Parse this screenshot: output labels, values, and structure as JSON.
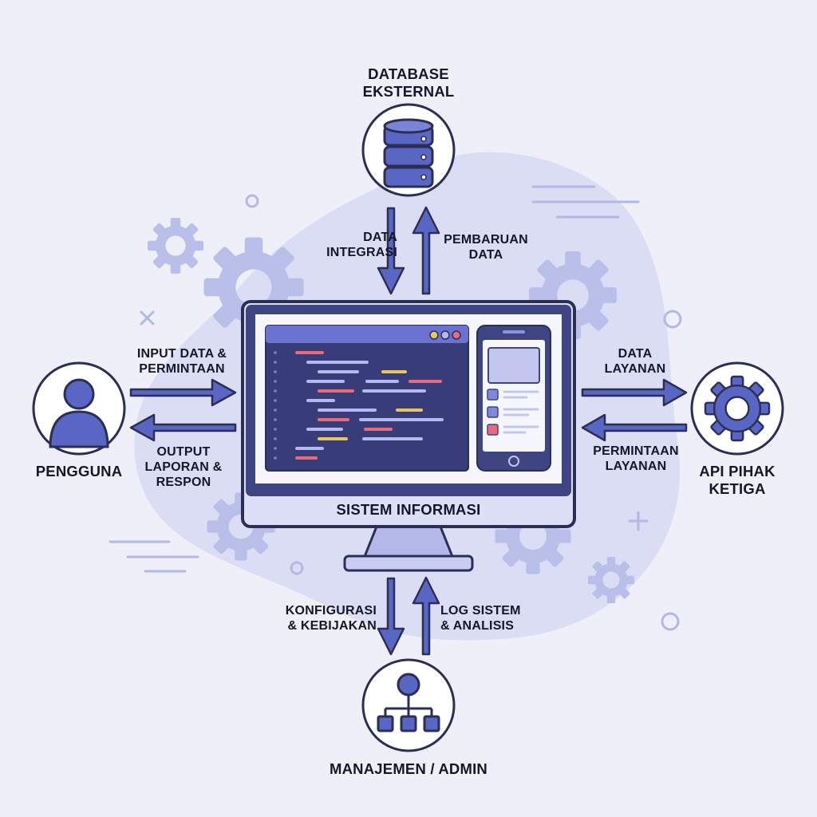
{
  "diagram": {
    "center_title": "SISTEM INFORMASI",
    "nodes": {
      "database": "DATABASE\nEKSTERNAL",
      "user": "PENGGUNA",
      "api": "API PIHAK\nKETIGA",
      "admin": "MANAJEMEN / ADMIN"
    },
    "flows": {
      "data_integrasi": "DATA\nINTEGRASI",
      "pembaruan_data": "PEMBARUAN\nDATA",
      "input_data": "INPUT DATA &\nPERMINTAAN",
      "output_laporan": "OUTPUT\nLAPORAN &\nRESPON",
      "data_layanan": "DATA\nLAYANAN",
      "permintaan_layanan": "PERMINTAAN\nLAYANAN",
      "konfigurasi": "KONFIGURASI\n& KEBIJAKAN",
      "log_sistem": "LOG SISTEM\n& ANALISIS"
    }
  },
  "colors": {
    "background": "#eeeff9",
    "blob": "#d6d9f2",
    "gear": "#b9bfe9",
    "accent": "#5a66c4",
    "outline": "#2b2e55",
    "code_bg": "#383c78",
    "code_red": "#e86a7d",
    "code_yellow": "#e8c55f",
    "code_lavender": "#b3b9f0"
  },
  "icons": {
    "database": "database-icon",
    "user": "user-icon",
    "api": "gear-icon",
    "admin": "org-chart-icon"
  }
}
